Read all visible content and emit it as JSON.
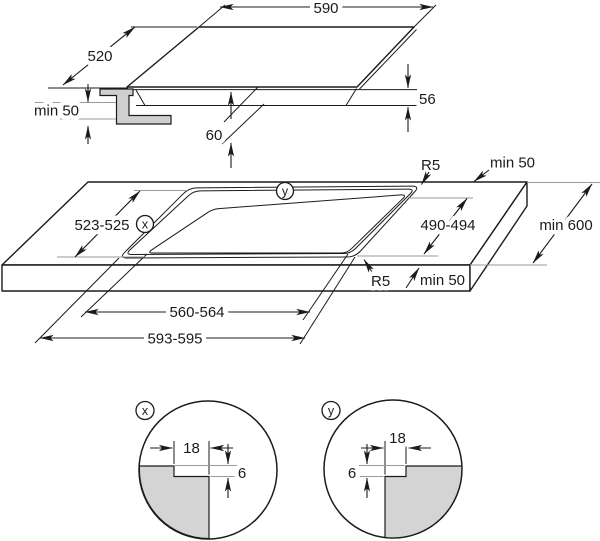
{
  "colors": {
    "line": "#1b1b1b",
    "extension_line": "#9a9a9a",
    "section_fill": "#cfcfcf",
    "detail_fill": "#d4d4d4"
  },
  "top_view": {
    "width": "590",
    "depth": "520",
    "min_clearance_below": "min 50",
    "installation_height": "56",
    "body_height": "60"
  },
  "cutout_view": {
    "corner_radius_back": "R5",
    "min_margin_back": "min 50",
    "cutout_depth_outer": "523-525",
    "cutout_depth_inner": "490-494",
    "min_worktop_depth": "min 600",
    "corner_radius_front": "R5",
    "min_margin_front": "min 50",
    "cutout_width_inner": "560-564",
    "cutout_width_outer": "593-595",
    "detail_ref_x": "x",
    "detail_ref_y": "y"
  },
  "detail_x": {
    "label": "x",
    "step_width": "18",
    "step_depth": "6"
  },
  "detail_y": {
    "label": "y",
    "step_width": "18",
    "step_depth": "6"
  }
}
